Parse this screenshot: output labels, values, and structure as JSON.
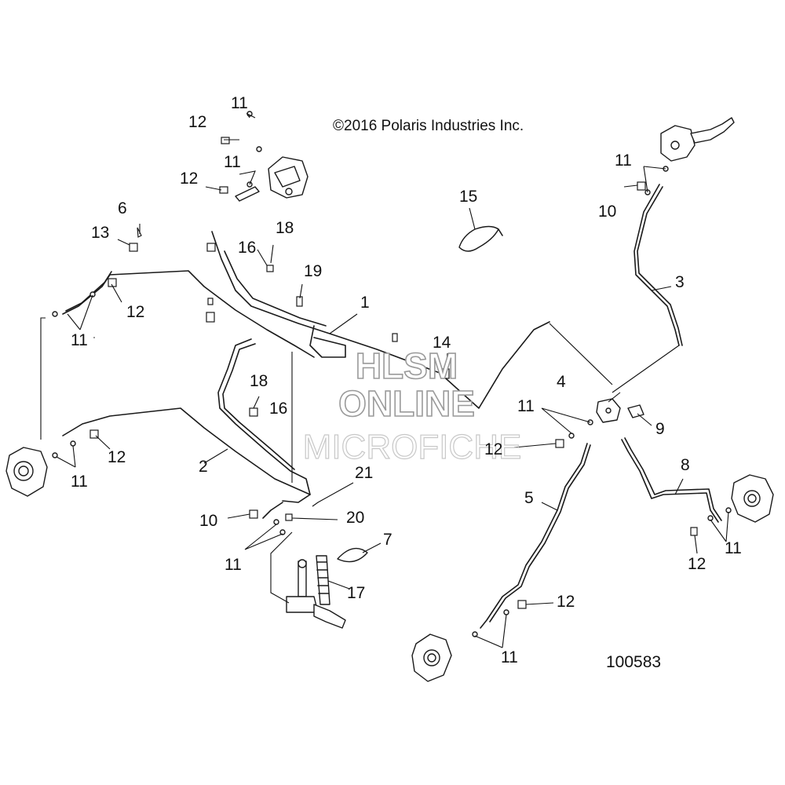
{
  "copyright": "©2016 Polaris Industries Inc.",
  "reference_number": "100583",
  "watermark": {
    "line1": "HLSM",
    "line2": "ONLINE",
    "line3": "MICROFICHE"
  },
  "callouts": [
    "11",
    "12",
    "11",
    "12",
    "6",
    "13",
    "16",
    "18",
    "19",
    "12",
    "11",
    "1",
    "14",
    "15",
    "11",
    "10",
    "3",
    "18",
    "16",
    "12",
    "11",
    "2",
    "4",
    "11",
    "9",
    "12",
    "21",
    "10",
    "20",
    "11",
    "7",
    "17",
    "5",
    "8",
    "12",
    "11",
    "12",
    "11"
  ]
}
